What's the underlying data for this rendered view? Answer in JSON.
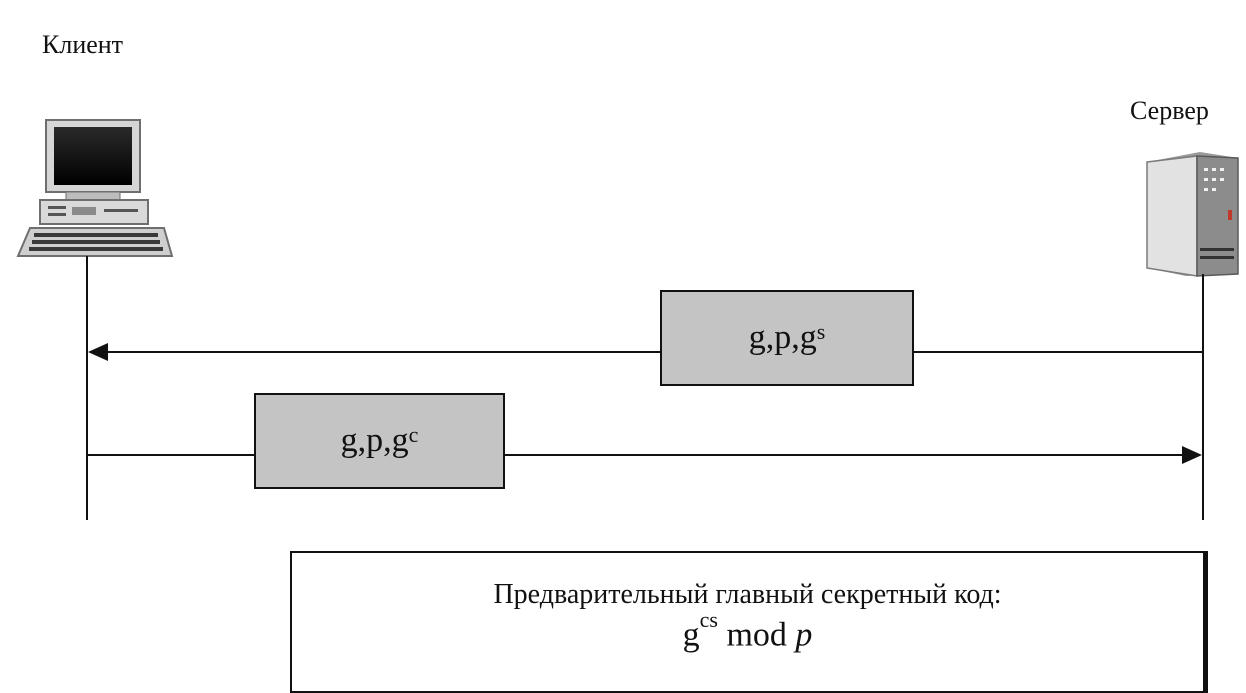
{
  "participants": {
    "client": "Клиент",
    "server": "Сервер"
  },
  "messages": {
    "server_to_client": {
      "base": "g,p,g",
      "exponent": "s"
    },
    "client_to_server": {
      "base": "g,p,g",
      "exponent": "c"
    }
  },
  "secret": {
    "title": "Предварительный главный секретный код:",
    "formula_base": "g",
    "formula_exponent": "cs",
    "formula_op": " mod ",
    "formula_var": "p"
  }
}
